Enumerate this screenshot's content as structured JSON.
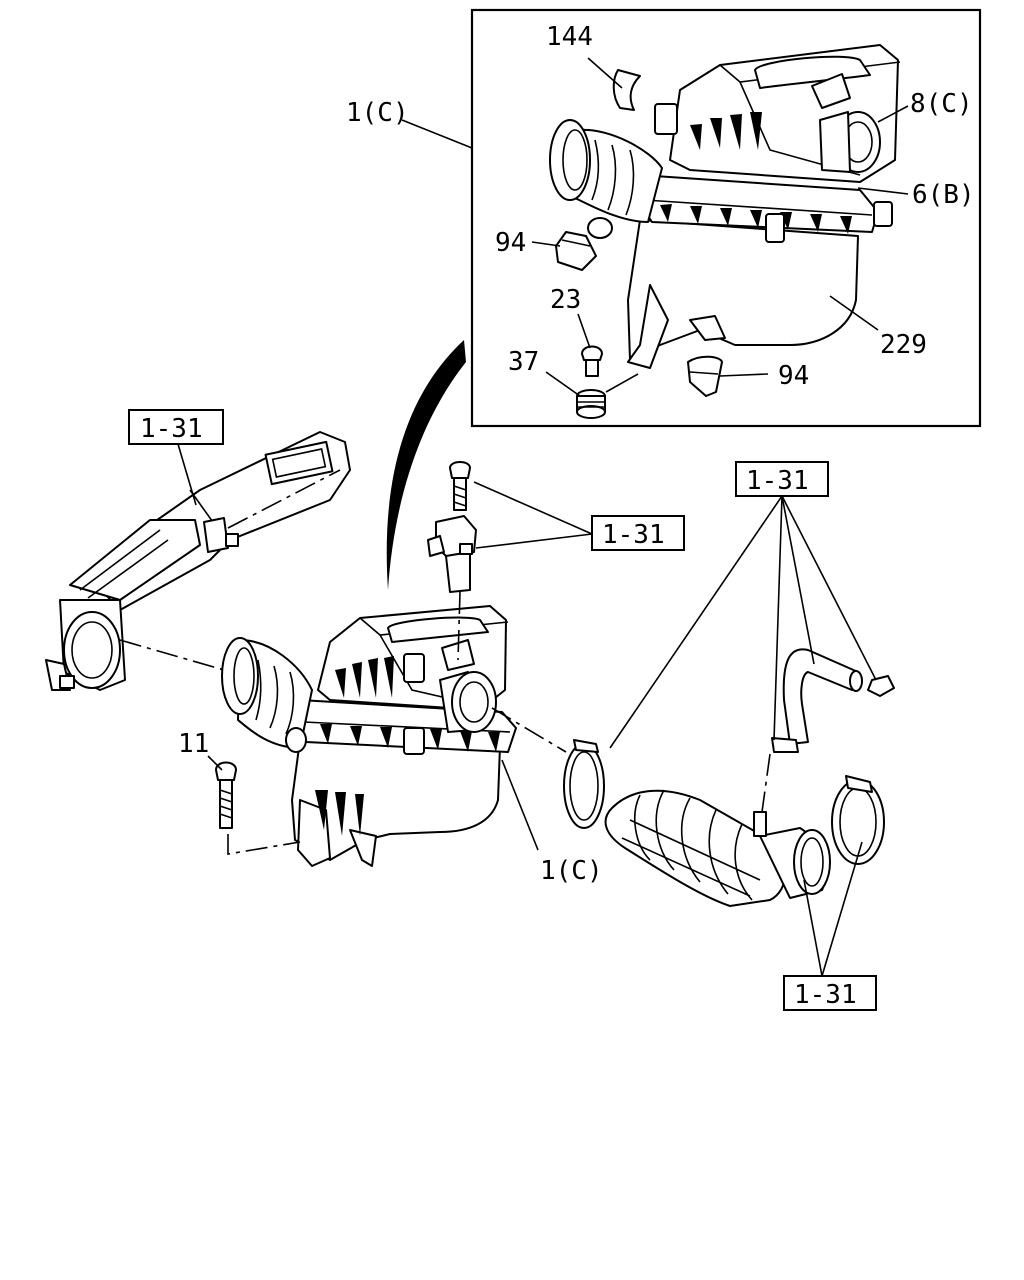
{
  "callouts": {
    "p144": "144",
    "p1c_top": "1(C)",
    "p8c": "8(C)",
    "p6b": "6(B)",
    "p94_left": "94",
    "p23": "23",
    "p229": "229",
    "p37": "37",
    "p94_right": "94",
    "p11": "11",
    "p1c_main": "1(C)"
  },
  "references": {
    "ref_left": "1-31",
    "ref_sensor": "1-31",
    "ref_top_right": "1-31",
    "ref_bottom_right": "1-31"
  },
  "icons": [
    "air-cleaner-assembly",
    "air-duct",
    "intake-hose",
    "hose-clamp",
    "bolt",
    "grommet",
    "mass-airflow-sensor",
    "breather-hose"
  ]
}
